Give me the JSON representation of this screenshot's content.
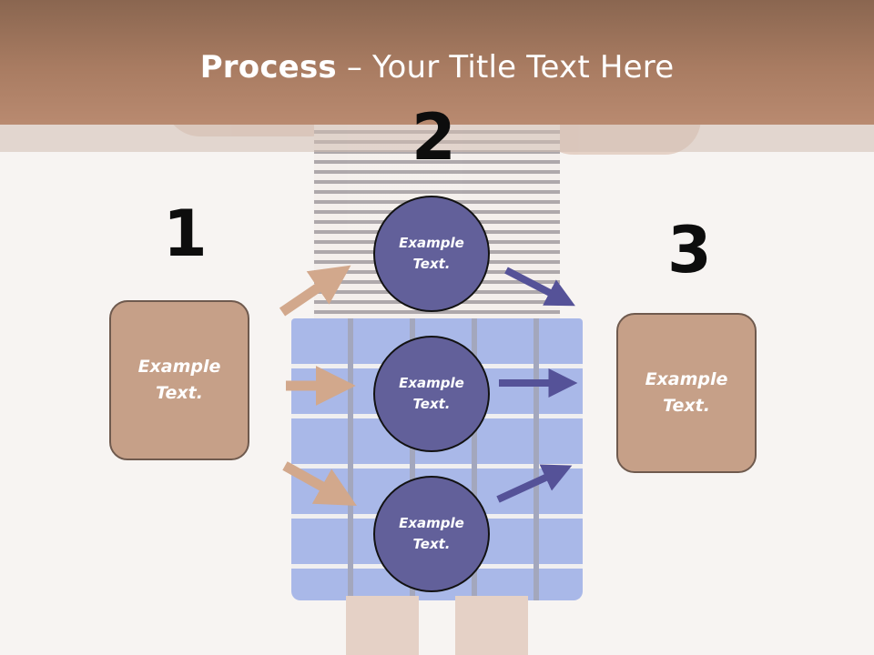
{
  "title": {
    "bold": "Process",
    "rest": " – Your Title Text Here"
  },
  "steps": {
    "one": {
      "number": "1",
      "box_text_line1": "Example",
      "box_text_line2": "Text."
    },
    "two": {
      "number": "2"
    },
    "three": {
      "number": "3",
      "box_text_line1": "Example",
      "box_text_line2": "Text."
    }
  },
  "circles": [
    {
      "line1": "Example",
      "line2": "Text."
    },
    {
      "line1": "Example",
      "line2": "Text."
    },
    {
      "line1": "Example",
      "line2": "Text."
    }
  ],
  "colors": {
    "title_band": "#a97c62",
    "box_fill": "#c6a088",
    "circle_fill": "#62609a",
    "left_arrows": "#d2a88c",
    "right_arrows": "#555298"
  }
}
